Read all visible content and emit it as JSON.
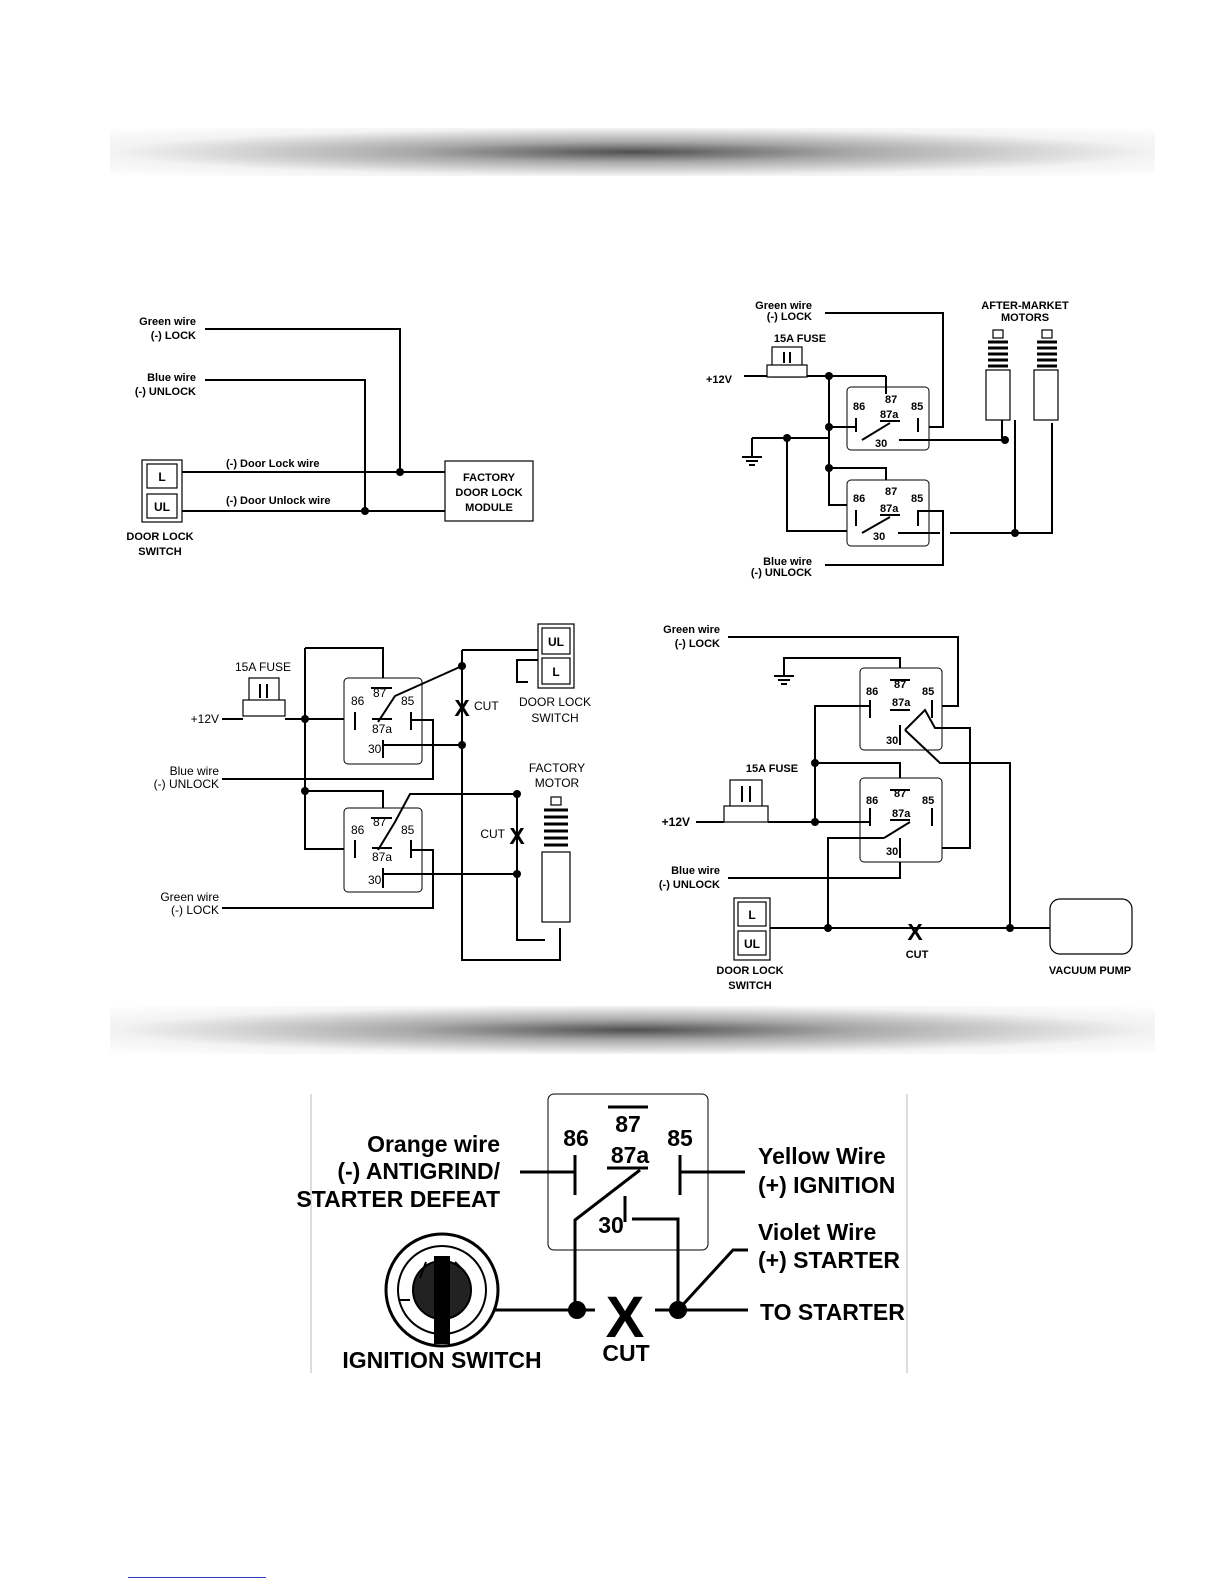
{
  "lock1": {
    "green_wire": "Green wire",
    "green_lock": "(-) LOCK",
    "blue_wire": "Blue wire",
    "blue_unlock": "(-) UNLOCK",
    "lock_key": "L",
    "unlock_key": "UL",
    "door_lock_wire": "(-) Door Lock wire",
    "door_unlock_wire": "(-) Door Unlock wire",
    "switch_line1": "DOOR LOCK",
    "switch_line2": "SWITCH",
    "module_line1": "FACTORY",
    "module_line2": "DOOR LOCK",
    "module_line3": "MODULE"
  },
  "lock2": {
    "green_wire": "Green wire",
    "green_lock": "(-) LOCK",
    "fuse": "15A FUSE",
    "plus12": "+12V",
    "motors_line1": "AFTER-MARKET",
    "motors_line2": "MOTORS",
    "blue_wire": "Blue wire",
    "blue_unlock": "(-) UNLOCK"
  },
  "lock3": {
    "fuse": "15A FUSE",
    "plus12": "+12V",
    "blue_wire": "Blue wire",
    "blue_unlock": "(-) UNLOCK",
    "green_wire": "Green wire",
    "green_lock": "(-) LOCK",
    "unlock_key": "UL",
    "lock_key": "L",
    "switch_line1": "DOOR LOCK",
    "switch_line2": "SWITCH",
    "cut_mark": "X",
    "cut": "CUT",
    "motor_line1": "FACTORY",
    "motor_line2": "MOTOR"
  },
  "lock4": {
    "green_wire": "Green wire",
    "green_lock": "(-) LOCK",
    "fuse": "15A FUSE",
    "plus12": "+12V",
    "blue_wire": "Blue wire",
    "blue_unlock": "(-) UNLOCK",
    "lock_key": "L",
    "unlock_key": "UL",
    "switch_line1": "DOOR LOCK",
    "switch_line2": "SWITCH",
    "cut_mark": "X",
    "cut": "CUT",
    "pump": "VACUUM PUMP"
  },
  "relay_pins": {
    "p86": "86",
    "p87": "87",
    "p85": "85",
    "p87a": "87a",
    "p30": "30"
  },
  "starter": {
    "orange_line1": "Orange wire",
    "orange_line2": "(-) ANTIGRIND/",
    "orange_line3": "STARTER DEFEAT",
    "yellow_line1": "Yellow Wire",
    "yellow_line2": "(+) IGNITION",
    "violet_line1": "Violet Wire",
    "violet_line2": "(+) STARTER",
    "to_starter": "TO STARTER",
    "cut_mark": "X",
    "cut": "CUT",
    "ignition": "IGNITION SWITCH"
  }
}
